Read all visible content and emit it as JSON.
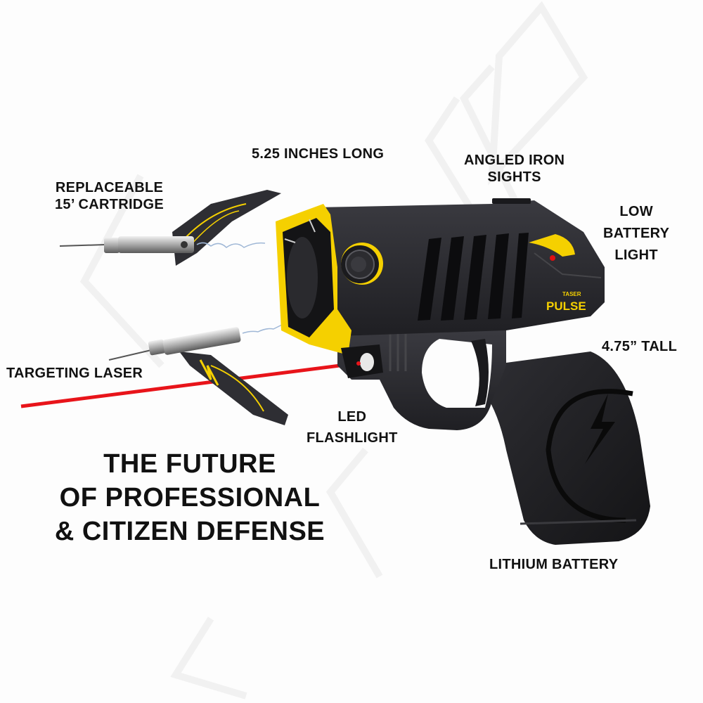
{
  "image": {
    "subject": "TASER Pulse conducted energy device with deployed probes",
    "brand_mark": {
      "maker": "TASER",
      "model": "PULSE",
      "color": "#f5d000"
    }
  },
  "callouts": {
    "length": {
      "lines": [
        "5.25 INCHES LONG"
      ]
    },
    "iron_sights": {
      "lines": [
        "ANGLED IRON",
        "SIGHTS"
      ]
    },
    "cartridge": {
      "lines": [
        "REPLACEABLE",
        "15’ CARTRIDGE"
      ]
    },
    "low_battery": {
      "lines": [
        "LOW",
        "BATTERY",
        "LIGHT"
      ]
    },
    "height": {
      "lines": [
        "4.75” TALL"
      ]
    },
    "laser": {
      "lines": [
        "TARGETING LASER"
      ]
    },
    "flashlight": {
      "lines": [
        "LED",
        "FLASHLIGHT"
      ]
    },
    "battery": {
      "lines": [
        "LITHIUM BATTERY"
      ]
    }
  },
  "headline": {
    "lines": [
      "THE FUTURE",
      "OF PROFESSIONAL",
      "& CITIZEN DEFENSE"
    ]
  },
  "colors": {
    "body": "#2a2a2e",
    "accent_yellow": "#f5d000",
    "laser_red": "#e8141a",
    "indicator_red": "#e01010",
    "text": "#111111"
  }
}
